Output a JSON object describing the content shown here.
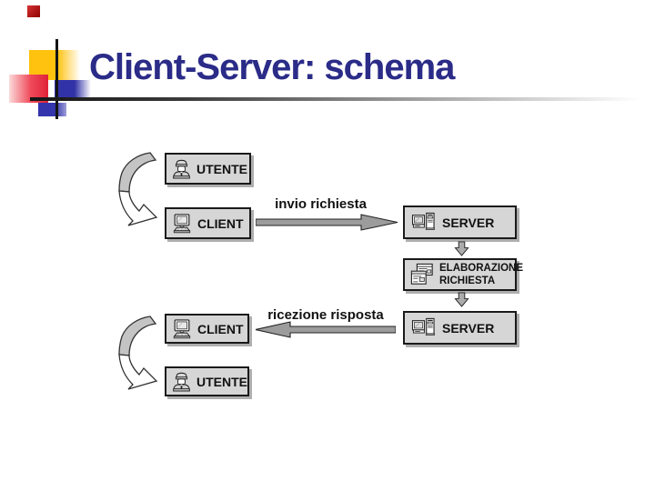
{
  "slide": {
    "title": "Client-Server: schema",
    "colors": {
      "title_text": "#2B2B88",
      "box_fill": "#D6D6D6",
      "box_border": "#1A1A1A",
      "arrow_gray": "#9C9C9C",
      "accent_yellow": "#FFC20E",
      "accent_red": "#E02238",
      "accent_blue": "#3232A8"
    }
  },
  "diagram": {
    "nodes": [
      {
        "id": "utente-top",
        "label": "UTENTE",
        "icon": "person-icon"
      },
      {
        "id": "client-top",
        "label": "CLIENT",
        "icon": "desktop-computer-icon"
      },
      {
        "id": "server-top",
        "label": "SERVER",
        "icon": "server-computer-icon"
      },
      {
        "id": "elaborazione-richiesta",
        "label_lines": [
          "ELABORAZIONE",
          "RICHIESTA"
        ],
        "icon": "processing-windows-icon"
      },
      {
        "id": "server-bottom",
        "label": "SERVER",
        "icon": "server-computer-icon"
      },
      {
        "id": "client-bottom",
        "label": "CLIENT",
        "icon": "desktop-computer-icon"
      },
      {
        "id": "utente-bottom",
        "label": "UTENTE",
        "icon": "person-icon"
      }
    ],
    "arrows": {
      "request_label": "invio richiesta",
      "response_label": "ricezione risposta",
      "request_direction": "client-to-server",
      "response_direction": "server-to-client"
    }
  }
}
